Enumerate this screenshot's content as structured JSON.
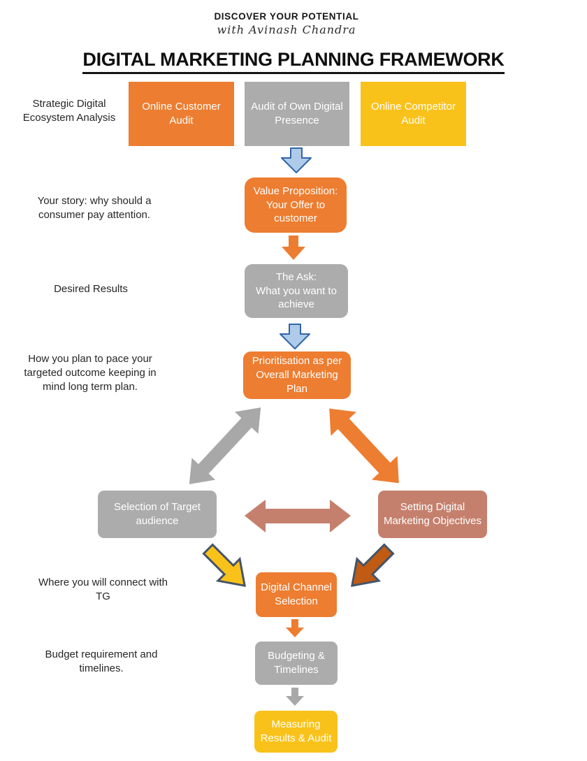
{
  "header": {
    "tagline": "DISCOVER YOUR POTENTIAL",
    "byline": "with Avinash Chandra",
    "title": "DIGITAL MARKETING PLANNING FRAMEWORK"
  },
  "side_labels": {
    "ecosystem": "Strategic Digital\nEcosystem Analysis",
    "story": "Your story: why should a\nconsumer pay attention.",
    "desired_results": "Desired Results",
    "pacing": "How you plan to pace your\ntargeted outcome keeping in\nmind long term plan.",
    "connect": "Where you will connect with\nTG",
    "budget": "Budget requirement and\ntimelines."
  },
  "nodes": {
    "online_customer_audit": {
      "label": "Online Customer\nAudit",
      "color": "orange"
    },
    "audit_own_digital": {
      "label": "Audit of Own Digital\nPresence",
      "color": "gray"
    },
    "online_competitor_audit": {
      "label": "Online Competitor\nAudit",
      "color": "yellow"
    },
    "value_proposition": {
      "label": "Value Proposition:\nYour Offer to\ncustomer",
      "color": "orange"
    },
    "the_ask": {
      "label": "The Ask:\nWhat you want to\nachieve",
      "color": "gray"
    },
    "prioritisation": {
      "label": "Prioritisation as per\nOverall Marketing\nPlan",
      "color": "orange"
    },
    "target_audience": {
      "label": "Selection of Target\naudience",
      "color": "gray"
    },
    "marketing_objectives": {
      "label": "Setting Digital\nMarketing Objectives",
      "color": "salmon"
    },
    "channel_selection": {
      "label": "Digital Channel\nSelection",
      "color": "orange"
    },
    "budgeting": {
      "label": "Budgeting &\nTimelines",
      "color": "gray"
    },
    "measuring": {
      "label": "Measuring\nResults & Audit",
      "color": "yellow"
    }
  },
  "colors": {
    "orange": "#ED7D31",
    "gray": "#ACACAC",
    "yellow": "#F9C21B",
    "salmon": "#C5806D",
    "dark-orange": "#C05B13",
    "blue-fill": "#AECBEA",
    "blue-border": "#3265A7",
    "arrow-border": "#44546A",
    "ink": "#1F1F1F"
  }
}
